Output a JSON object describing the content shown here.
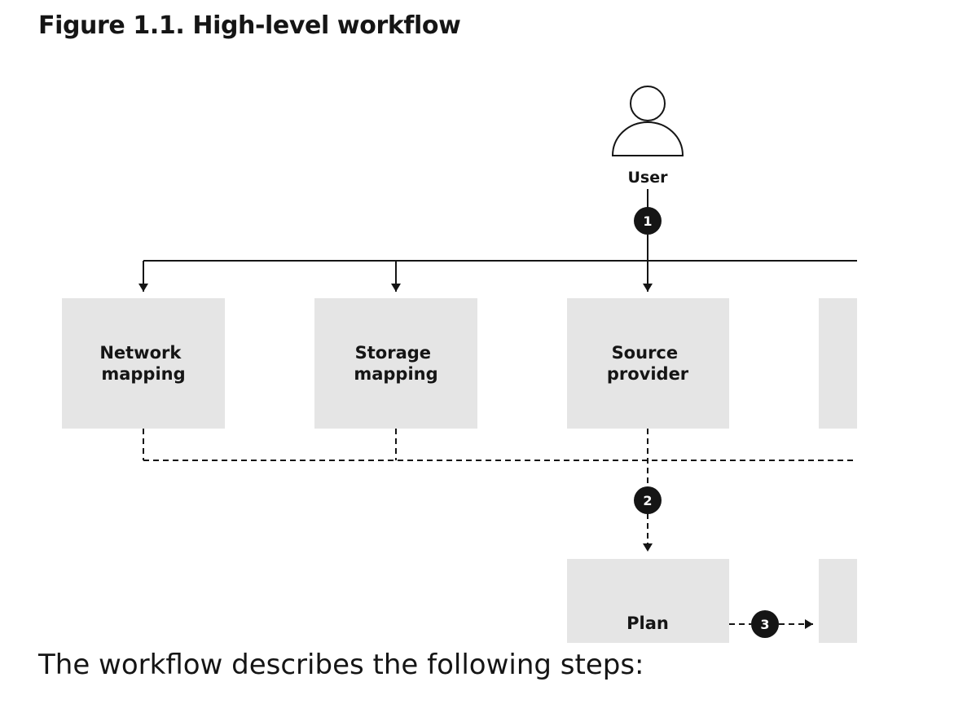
{
  "figure": {
    "title": "Figure 1.1. High-level workflow"
  },
  "diagram": {
    "user": {
      "label": "User",
      "icon": "user-icon"
    },
    "nodes": {
      "network_mapping": {
        "line1": "Network",
        "line2": "mapping"
      },
      "storage_mapping": {
        "line1": "Storage",
        "line2": "mapping"
      },
      "source_provider": {
        "line1": "Source",
        "line2": "provider"
      },
      "plan": {
        "label": "Plan"
      }
    },
    "steps": {
      "one": "1",
      "two": "2",
      "three": "3"
    },
    "colors": {
      "box_fill": "#e5e5e5",
      "line": "#151515",
      "badge": "#151515"
    }
  },
  "body": {
    "text": "The workflow describes the following steps:"
  }
}
